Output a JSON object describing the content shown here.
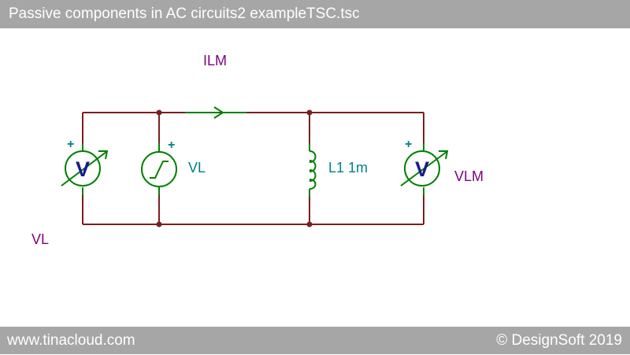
{
  "header": {
    "title": "Passive components in AC circuits2 exampleTSC.tsc"
  },
  "footer": {
    "website": "www.tinacloud.com",
    "copyright": "© DesignSoft 2019"
  },
  "circuit": {
    "current_meter_label": "ILM",
    "source_label": "VL",
    "inductor_label": "L1 1m",
    "voltmeter_right_label": "VLM",
    "voltmeter_left_label": "VL",
    "voltmeter_glyph": "V",
    "polarity_mark": "+"
  },
  "colors": {
    "wire": "#7a1f1f",
    "component": "#008000",
    "label_purple": "#800080",
    "label_teal": "#008080",
    "meter_glyph": "#1a1a8c",
    "bar": "#a6a6a6"
  }
}
